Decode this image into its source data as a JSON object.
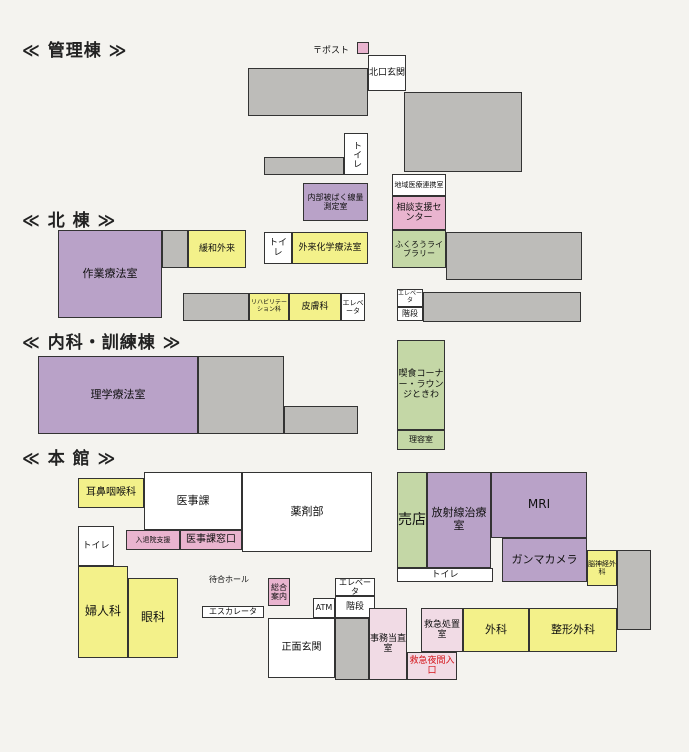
{
  "headings": {
    "admin": "≪ 管理棟 ≫",
    "north": "≪ 北 棟 ≫",
    "internal": "≪ 内科・訓練棟 ≫",
    "main": "≪ 本 館 ≫"
  },
  "rooms": {
    "post": "〒ポスト",
    "north_entrance": "北口玄関",
    "toilet_admin": "トイレ",
    "internal_exposure": "内部被ばく線量測定室",
    "regional_liaison": "地域医療連携室",
    "consultation_center": "相談支援センター",
    "palliative": "緩和外来",
    "toilet_north": "トイレ",
    "chemo": "外来化学療法室",
    "fukuro_library": "ふくろうライブラリー",
    "occupational_therapy": "作業療法室",
    "rehab": "リハビリテーション科",
    "dermatology": "皮膚科",
    "elevator_a": "エレベータ",
    "elevator_b": "エレベータ",
    "stairs_north": "階段",
    "cafe": "喫食コーナー・ラウンジときわ",
    "barber": "理容室",
    "physical_therapy": "理学療法室",
    "ent": "耳鼻咽喉科",
    "medical_affairs": "医事課",
    "pharmacy": "薬剤部",
    "admission_support": "入退院支援",
    "medical_window": "医事課窓口",
    "shop": "売店",
    "radiotherapy": "放射線治療室",
    "mri": "MRI",
    "gamma_camera": "ガンマカメラ",
    "neurosurgery": "脳神経外科",
    "toilet_main": "トイレ",
    "toilet_shop": "トイレ",
    "waiting_hall": "待合ホール",
    "general_info": "総合案内",
    "elevator_main": "エレベータ",
    "atm": "ATM",
    "stairs_main": "階段",
    "escalator": "エスカレータ",
    "main_entrance": "正面玄関",
    "gynecology": "婦人科",
    "ophthalmology": "眼科",
    "office_duty": "事務当直室",
    "emergency_treatment": "救急処置室",
    "surgery": "外科",
    "orthopedics": "整形外科",
    "emergency_entrance": "救急夜間入口"
  },
  "colors": {
    "gray": "#bdbcb9",
    "yellow": "#f3f18a",
    "purple": "#b9a2c8",
    "pink": "#e9b4cf",
    "green": "#c4d7a6",
    "red": "#d4141a"
  }
}
